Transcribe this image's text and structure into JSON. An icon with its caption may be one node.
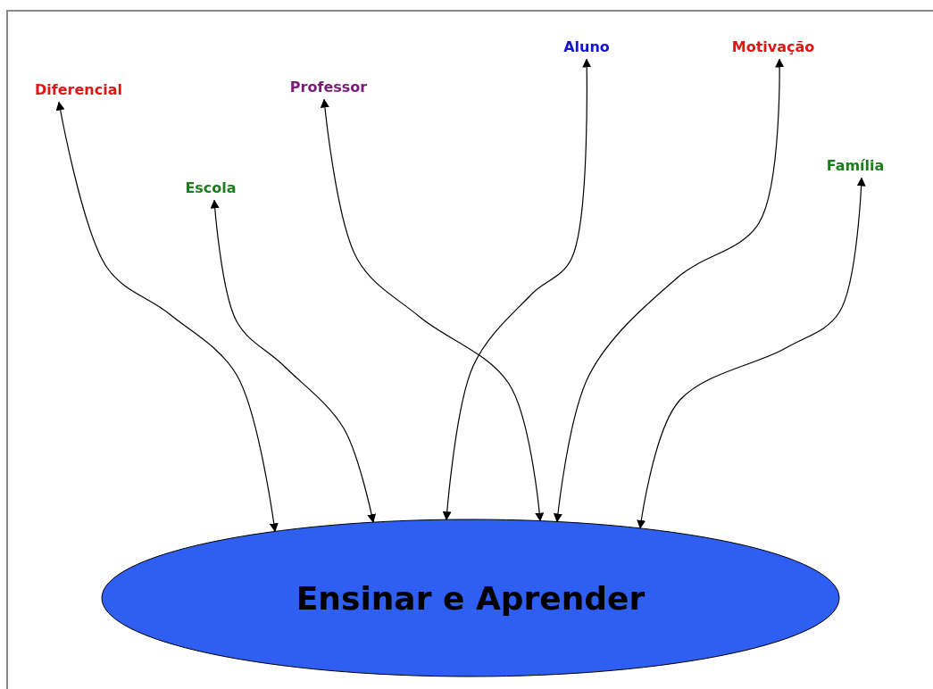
{
  "diagram": {
    "nodes": [
      {
        "text": [
          "Diferencial"
        ]
      },
      {
        "text": [
          "Escola"
        ]
      },
      {
        "text": [
          "Professor"
        ]
      },
      {
        "text": [
          "Aluno"
        ]
      },
      {
        "text": [
          "Motivação"
        ]
      },
      {
        "text": [
          "Família"
        ]
      },
      {
        "text": [
          "Ensinar e Aprender"
        ]
      }
    ],
    "edges": [
      {
        "from": 6,
        "to": 0,
        "arrow": "both"
      },
      {
        "from": 6,
        "to": 1,
        "arrow": "both"
      },
      {
        "from": 6,
        "to": 2,
        "arrow": "both"
      },
      {
        "from": 6,
        "to": 3,
        "arrow": "both"
      },
      {
        "from": 6,
        "to": 4,
        "arrow": "both"
      },
      {
        "from": 6,
        "to": 5,
        "arrow": "both"
      }
    ]
  }
}
